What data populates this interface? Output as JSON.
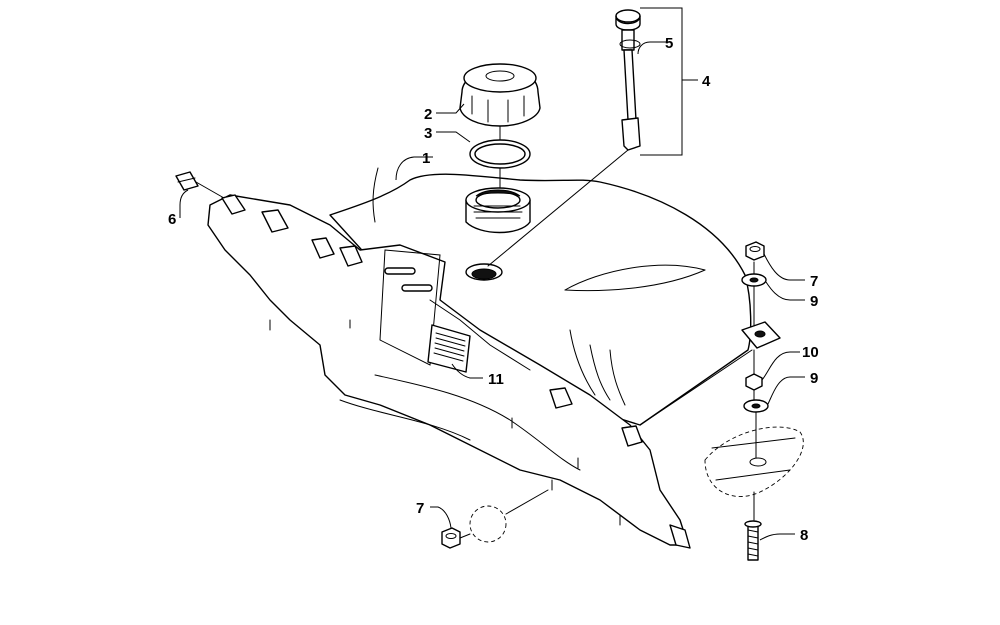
{
  "callouts": {
    "c1": "1",
    "c2": "2",
    "c3": "3",
    "c4": "4",
    "c5": "5",
    "c6": "6",
    "c7_upper": "7",
    "c7_lower": "7",
    "c8": "8",
    "c9_upper": "9",
    "c9_lower": "9",
    "c10": "10",
    "c11": "11"
  },
  "colors": {
    "line": "#000000",
    "background": "#ffffff"
  }
}
